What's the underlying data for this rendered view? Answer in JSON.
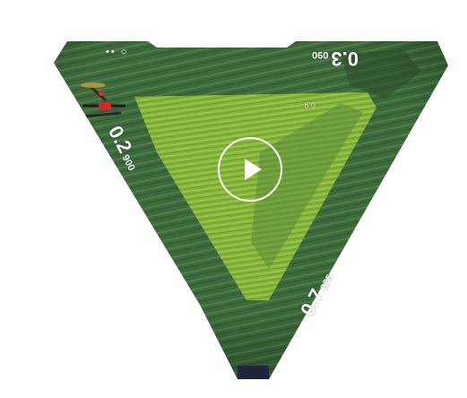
{
  "video": {
    "play_icon": "play-icon",
    "play_button_color": "#ffffff",
    "frame_color": "#20233d"
  },
  "field": {
    "dark_color": "#3c6b3d",
    "bright_color": "#86b43a",
    "mid_color": "#5e8f3e"
  },
  "labels": {
    "left_big": "0.2",
    "left_small": "900",
    "top_big": "0.3",
    "top_small": "090",
    "right_big": "0.7",
    "right_small": "275",
    "inner_tag": "0.9"
  },
  "corner_marks": {
    "top": "•• ○",
    "bottom": "•• ○"
  }
}
